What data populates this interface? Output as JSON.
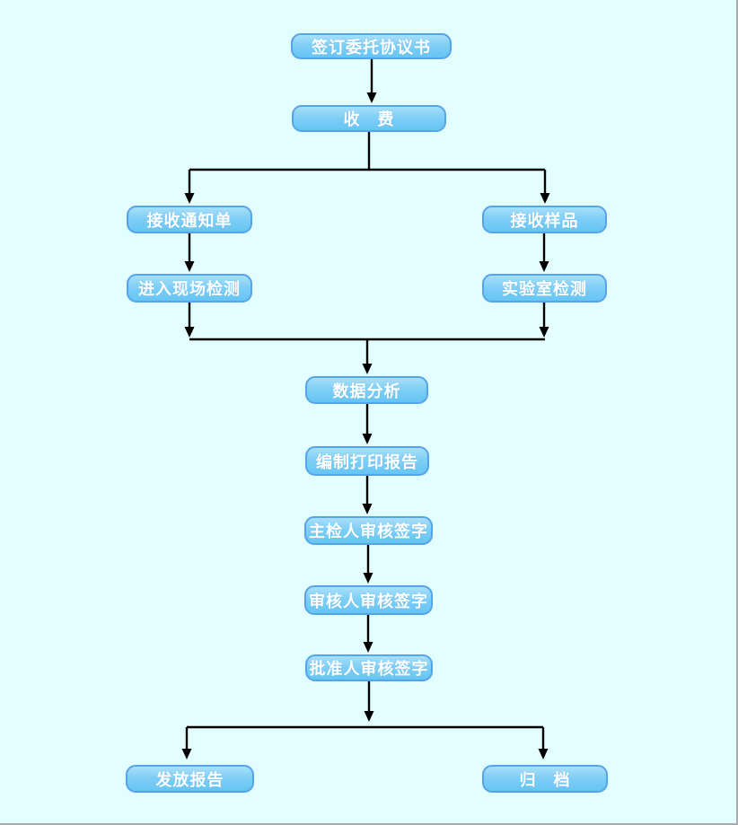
{
  "page": {
    "background_color": "#e2fefe",
    "edge_border_color": "#ababab"
  },
  "diagram": {
    "type": "flowchart",
    "node_style": {
      "fill_top": "#a9dff9",
      "fill_bottom": "#66c5f3",
      "border_color": "#55a4ea",
      "text_color": "#ffffff",
      "connector_color": "#000000"
    },
    "nodes": [
      {
        "id": "sign-agreement",
        "label": "签订委托协议书"
      },
      {
        "id": "charge-fee",
        "label": "收　费"
      },
      {
        "id": "receive-notice",
        "label": "接收通知单"
      },
      {
        "id": "receive-samples",
        "label": "接收样品"
      },
      {
        "id": "site-testing",
        "label": "进入现场检测"
      },
      {
        "id": "lab-testing",
        "label": "实验室检测"
      },
      {
        "id": "data-analysis",
        "label": "数据分析"
      },
      {
        "id": "prepare-print-report",
        "label": "编制打印报告"
      },
      {
        "id": "chief-inspector-sign",
        "label": "主检人审核签字"
      },
      {
        "id": "reviewer-sign",
        "label": "审核人审核签字"
      },
      {
        "id": "approver-sign",
        "label": "批准人审核签字"
      },
      {
        "id": "issue-report",
        "label": "发放报告"
      },
      {
        "id": "archive",
        "label": "归　档"
      }
    ],
    "edges": [
      {
        "from": "sign-agreement",
        "to": "charge-fee"
      },
      {
        "from": "charge-fee",
        "to": "receive-notice"
      },
      {
        "from": "charge-fee",
        "to": "receive-samples"
      },
      {
        "from": "receive-notice",
        "to": "site-testing"
      },
      {
        "from": "receive-samples",
        "to": "lab-testing"
      },
      {
        "from": "site-testing",
        "to": "data-analysis"
      },
      {
        "from": "lab-testing",
        "to": "data-analysis"
      },
      {
        "from": "data-analysis",
        "to": "prepare-print-report"
      },
      {
        "from": "prepare-print-report",
        "to": "chief-inspector-sign"
      },
      {
        "from": "chief-inspector-sign",
        "to": "reviewer-sign"
      },
      {
        "from": "reviewer-sign",
        "to": "approver-sign"
      },
      {
        "from": "approver-sign",
        "to": "issue-report"
      },
      {
        "from": "approver-sign",
        "to": "archive"
      }
    ]
  }
}
